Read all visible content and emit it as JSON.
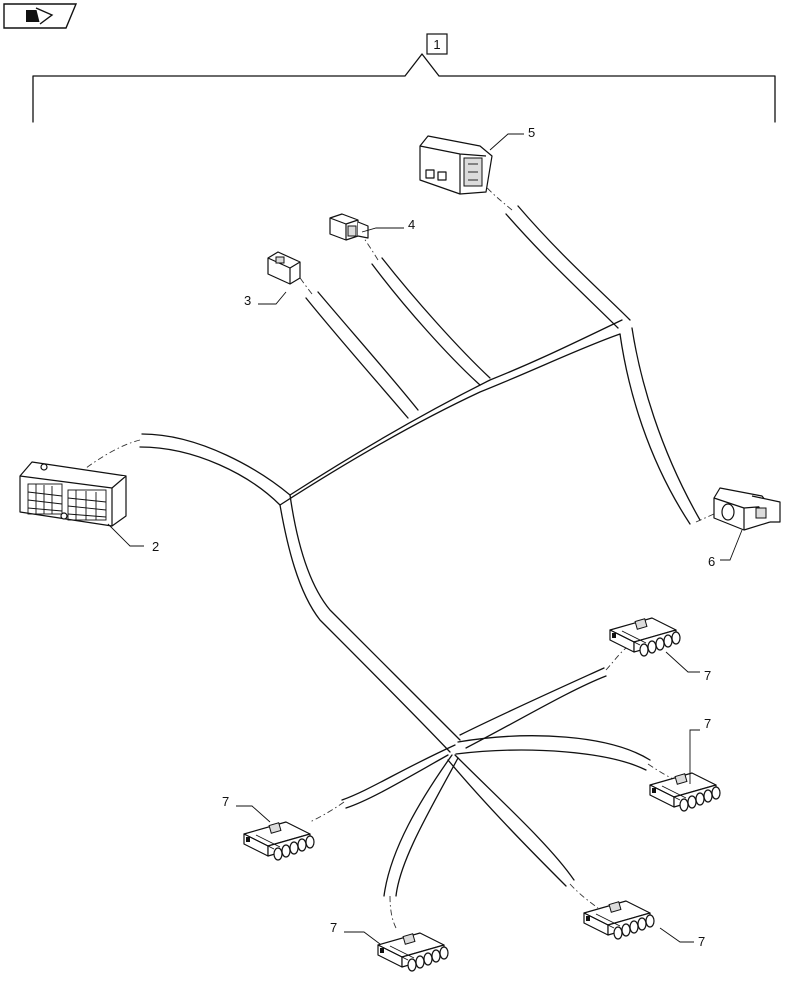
{
  "diagram": {
    "assembly_label": "1",
    "callouts": [
      {
        "id": "connector-2",
        "text": "2"
      },
      {
        "id": "connector-3",
        "text": "3"
      },
      {
        "id": "connector-4",
        "text": "4"
      },
      {
        "id": "connector-5",
        "text": "5"
      },
      {
        "id": "connector-6",
        "text": "6"
      },
      {
        "id": "connector-7a",
        "text": "7"
      },
      {
        "id": "connector-7b",
        "text": "7"
      },
      {
        "id": "connector-7c",
        "text": "7"
      },
      {
        "id": "connector-7d",
        "text": "7"
      },
      {
        "id": "connector-7e",
        "text": "7"
      }
    ],
    "icons": {
      "nav_button": "flip-page-icon"
    }
  }
}
